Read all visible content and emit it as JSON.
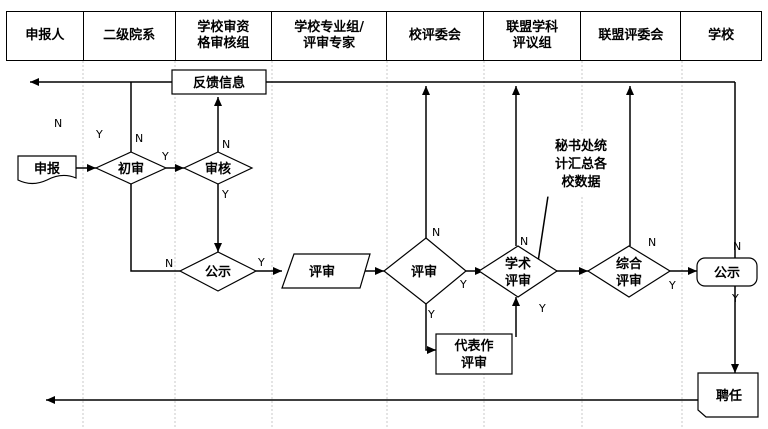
{
  "columns": [
    "申报人",
    "二级院系",
    "学校审资\n格审核组",
    "学校专业组/\n评审专家",
    "校评委会",
    "联盟学科\n评议组",
    "联盟评委会",
    "学校"
  ],
  "nodes": {
    "feedback": "反馈信息",
    "apply": "申报",
    "initial_review": "初审",
    "audit": "审核",
    "publicity1": "公示",
    "review_expert": "评审",
    "review_school": "评审",
    "rep_review": [
      "代表作",
      "评审"
    ],
    "academic_review": [
      "学术",
      "评审"
    ],
    "comprehensive_review": [
      "综合",
      "评审"
    ],
    "publicity2": "公示",
    "hire": "聘任"
  },
  "note": [
    "秘书处统",
    "计汇总各",
    "校数据"
  ],
  "edge_labels": {
    "n_left": "N",
    "y_left": "Y",
    "n_initial": "N",
    "y_initial": "Y",
    "n_audit": "N",
    "y_audit": "Y",
    "n_initial_down": "N",
    "y_pub1": "Y",
    "n_school": "N",
    "y_school": "Y",
    "y_school_down": "Y",
    "n_academic": "N",
    "y_academic": "Y",
    "n_comp": "N",
    "y_comp": "Y",
    "n_pub2": "N",
    "y_pub2": "Y"
  }
}
